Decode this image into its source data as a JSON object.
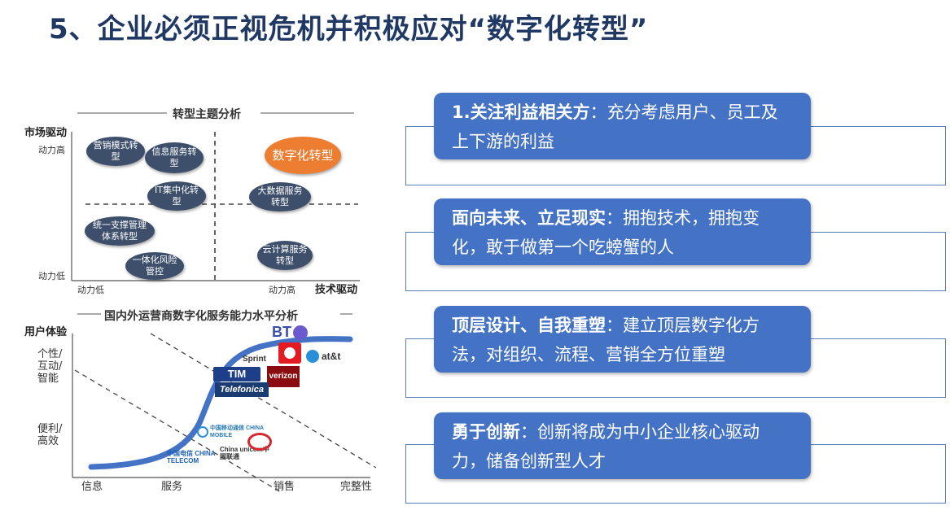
{
  "title": "5、企业必须正视危机并积极应对“数字化转型”",
  "matrix": {
    "title": "转型主题分析",
    "y_axis_label": "市场驱动",
    "x_axis_label": "技术驱动",
    "y_high": "动力高",
    "y_low": "动力低",
    "x_low": "动力低",
    "x_high": "动力高",
    "items": [
      {
        "label": "营销模式转型"
      },
      {
        "label": "信息服务转型"
      },
      {
        "label": "数字化转型"
      },
      {
        "label": "IT集中化转型"
      },
      {
        "label": "大数据服务转型"
      },
      {
        "label": "统一支撑管理体系转型"
      },
      {
        "label": "一体化风险管控"
      },
      {
        "label": "云计算服务转型"
      }
    ]
  },
  "curve": {
    "title": "国内外运营商数字化服务能力水平分析",
    "y_axis_label": "用户体验",
    "y_levels": [
      "个性/互动/智能",
      "便利/高效"
    ],
    "x_levels": [
      "信息",
      "服务",
      "销售",
      "完整性"
    ],
    "logos": [
      "BT",
      "Sprint",
      "at&t",
      "TIM",
      "verizon",
      "Telefonica",
      "中国移动通信 CHINA MOBILE",
      "China unicom中国联通",
      "中国电信 CHINA TELECOM"
    ]
  },
  "cards": [
    {
      "bold": "1.关注利益相关方",
      "text": "：充分考虑用户、员工及上下游的利益"
    },
    {
      "bold": "面向未来、立足现实",
      "text": "：拥抱技术，拥抱变化，敢于做第一个吃螃蟹的人"
    },
    {
      "bold": "顶层设计、自我重塑",
      "text": "：建立顶层数字化方法，对组织、流程、营销全方位重塑"
    },
    {
      "bold": "勇于创新",
      "text": "：创新将成为中小企业核心驱动力，储备创新型人才"
    }
  ],
  "colors": {
    "title": "#1f3864",
    "card": "#4472c4",
    "ellipse": "#3d4f6a",
    "highlight": "#ed7d31",
    "curve": "#4472c4"
  }
}
